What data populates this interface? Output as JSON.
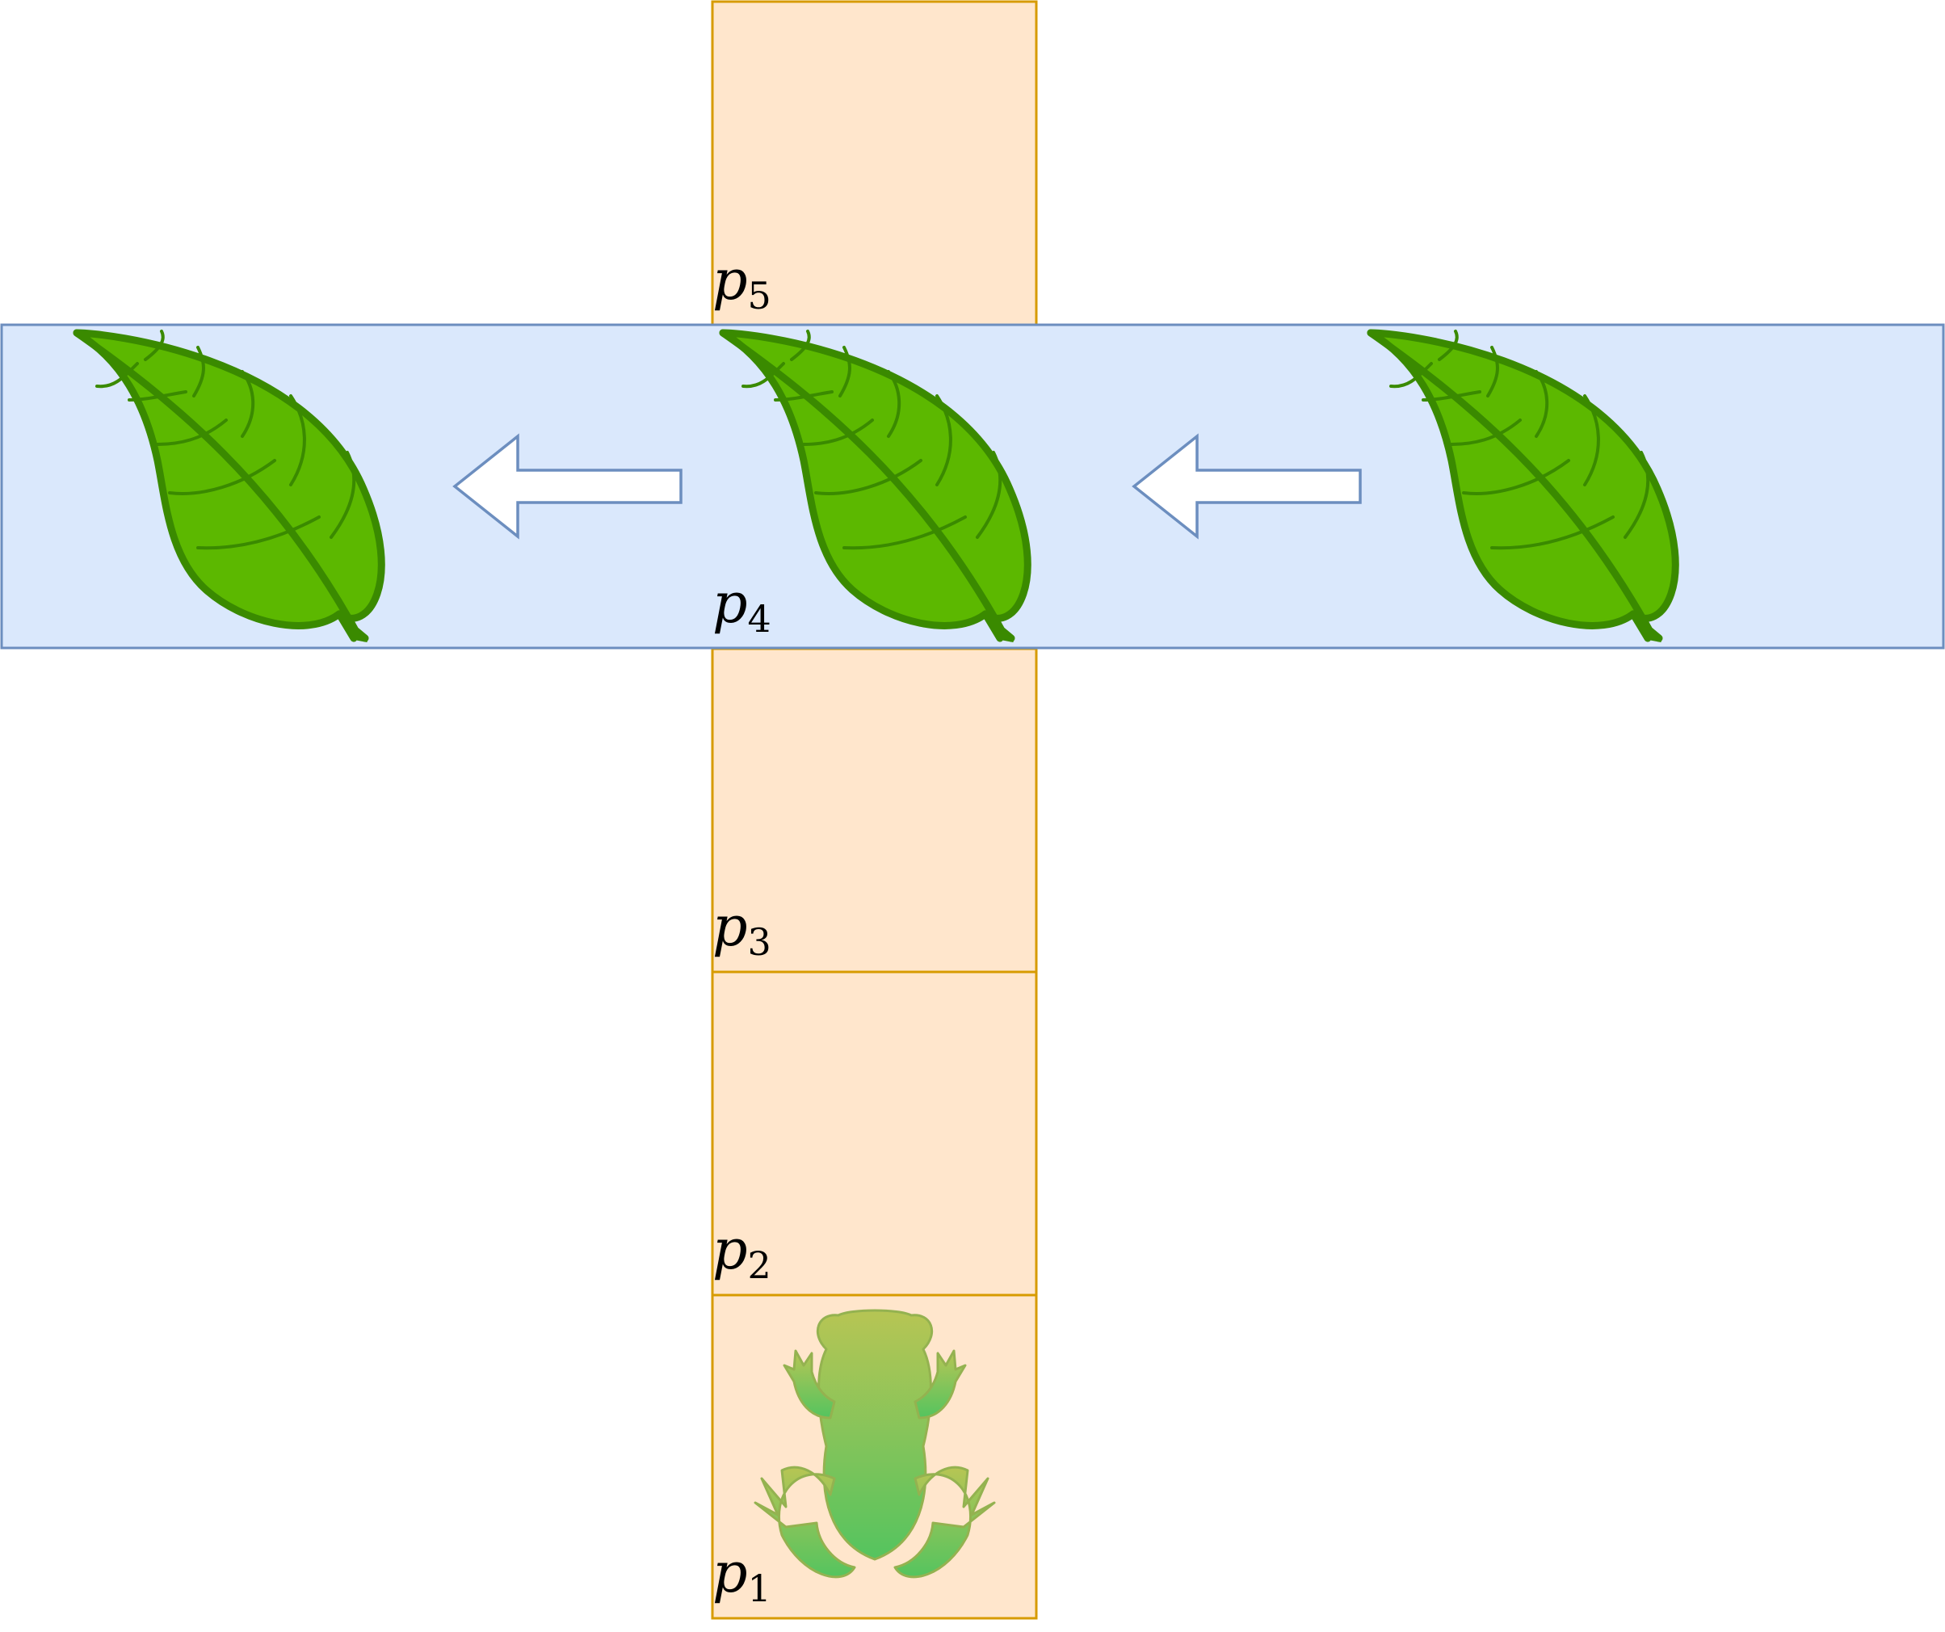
{
  "diagram": {
    "cells": [
      {
        "id": "p5",
        "letter": "p",
        "sub": "5"
      },
      {
        "id": "p4",
        "letter": "p",
        "sub": "4"
      },
      {
        "id": "p3",
        "letter": "p",
        "sub": "3"
      },
      {
        "id": "p2",
        "letter": "p",
        "sub": "2"
      },
      {
        "id": "p1",
        "letter": "p",
        "sub": "1"
      }
    ],
    "colors": {
      "cell_fill": "#FFE6CC",
      "cell_stroke": "#D79B00",
      "band_fill": "#DAE8FC",
      "band_stroke": "#6C8EBF",
      "arrow_fill": "#FFFFFF",
      "arrow_stroke": "#6C8EBF",
      "leaf_fill": "#5CB800",
      "leaf_stroke": "#3A8A00",
      "frog_top": "#B3C44E",
      "frog_bottom": "#4CC35A"
    },
    "icons": {
      "leaf": "leaf-icon",
      "arrow": "arrow-left-icon",
      "frog": "frog-icon"
    }
  }
}
